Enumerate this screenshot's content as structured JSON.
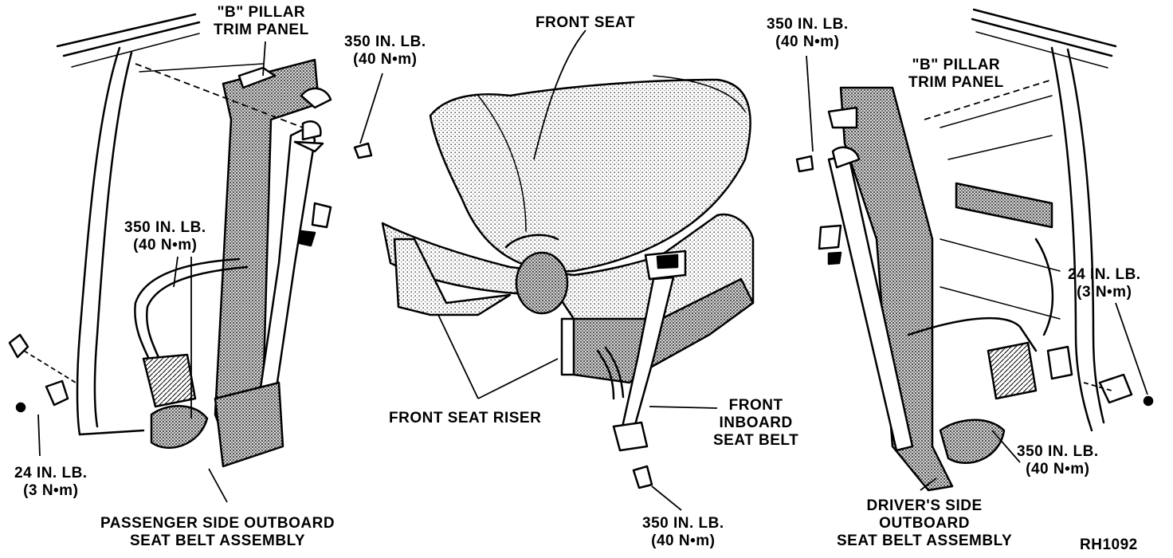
{
  "labels": {
    "b_pillar_left": [
      "\"B\" PILLAR",
      "TRIM PANEL"
    ],
    "torque_350_top_left": [
      "350 IN. LB.",
      "(40 N•m)"
    ],
    "front_seat": [
      "FRONT SEAT"
    ],
    "torque_350_top_right": [
      "350 IN. LB.",
      "(40 N•m)"
    ],
    "b_pillar_right": [
      "\"B\" PILLAR",
      "TRIM PANEL"
    ],
    "torque_350_mid_left": [
      "350 IN. LB.",
      "(40 N•m)"
    ],
    "torque_24_right": [
      "24 IN. LB.",
      "(3 N•m)"
    ],
    "front_seat_riser": [
      "FRONT SEAT RISER"
    ],
    "front_inboard_seat_belt": [
      "FRONT",
      "INBOARD",
      "SEAT BELT"
    ],
    "torque_24_left": [
      "24 IN. LB.",
      "(3 N•m)"
    ],
    "torque_350_lower_right": [
      "350 IN. LB.",
      "(40 N•m)"
    ],
    "passenger_outboard": [
      "PASSENGER SIDE OUTBOARD",
      "SEAT BELT ASSEMBLY"
    ],
    "torque_350_bottom_center": [
      "350 IN. LB.",
      "(40 N•m)"
    ],
    "driver_outboard": [
      "DRIVER'S SIDE",
      "OUTBOARD",
      "SEAT BELT ASSEMBLY"
    ],
    "figure_code": [
      "RH1092"
    ]
  },
  "colors": {
    "ink": "#000000",
    "stipple": "#6a6a6a",
    "background": "#ffffff"
  }
}
